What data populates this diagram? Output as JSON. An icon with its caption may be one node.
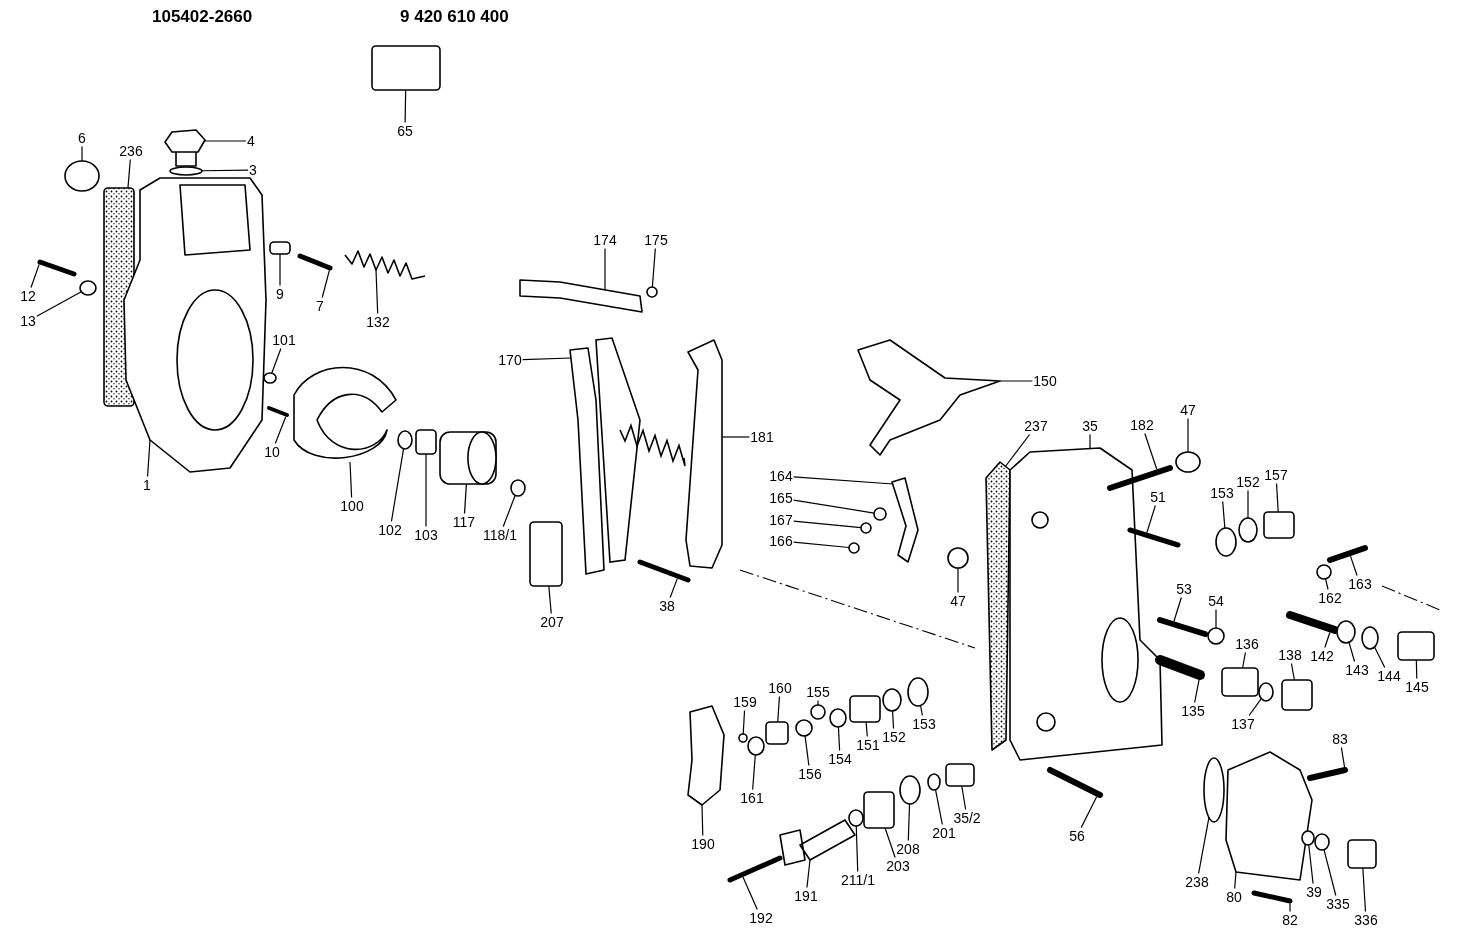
{
  "diagram": {
    "nodes": [
      {
        "text": [
          "65"
        ]
      },
      {
        "text": [
          "4"
        ]
      },
      {
        "text": [
          "3"
        ]
      },
      {
        "text": [
          "6"
        ]
      },
      {
        "text": [
          "236"
        ]
      },
      {
        "text": [
          "12"
        ]
      },
      {
        "text": [
          "13"
        ]
      },
      {
        "text": [
          "9"
        ]
      },
      {
        "text": [
          "7"
        ]
      },
      {
        "text": [
          "132"
        ]
      },
      {
        "text": [
          "101"
        ]
      },
      {
        "text": [
          "1"
        ]
      },
      {
        "text": [
          "10"
        ]
      },
      {
        "text": [
          "100"
        ]
      },
      {
        "text": [
          "102"
        ]
      },
      {
        "text": [
          "103"
        ]
      },
      {
        "text": [
          "117"
        ]
      },
      {
        "text": [
          "118/1"
        ]
      },
      {
        "text": [
          "174"
        ]
      },
      {
        "text": [
          "175"
        ]
      },
      {
        "text": [
          "170"
        ]
      },
      {
        "text": [
          "181"
        ]
      },
      {
        "text": [
          "207"
        ]
      },
      {
        "text": [
          "38"
        ]
      },
      {
        "text": [
          "150"
        ]
      },
      {
        "text": [
          "237"
        ]
      },
      {
        "text": [
          "35"
        ]
      },
      {
        "text": [
          "182"
        ]
      },
      {
        "text": [
          "47"
        ]
      },
      {
        "text": [
          "164"
        ]
      },
      {
        "text": [
          "165"
        ]
      },
      {
        "text": [
          "167"
        ]
      },
      {
        "text": [
          "166"
        ]
      },
      {
        "text": [
          "47"
        ]
      },
      {
        "text": [
          "51"
        ]
      },
      {
        "text": [
          "153"
        ]
      },
      {
        "text": [
          "152"
        ]
      },
      {
        "text": [
          "157"
        ]
      },
      {
        "text": [
          "163"
        ]
      },
      {
        "text": [
          "162"
        ]
      },
      {
        "text": [
          "53"
        ]
      },
      {
        "text": [
          "54"
        ]
      },
      {
        "text": [
          "136"
        ]
      },
      {
        "text": [
          "138"
        ]
      },
      {
        "text": [
          "142"
        ]
      },
      {
        "text": [
          "143"
        ]
      },
      {
        "text": [
          "144"
        ]
      },
      {
        "text": [
          "145"
        ]
      },
      {
        "text": [
          "135"
        ]
      },
      {
        "text": [
          "137"
        ]
      },
      {
        "text": [
          "153"
        ]
      },
      {
        "text": [
          "152"
        ]
      },
      {
        "text": [
          "151"
        ]
      },
      {
        "text": [
          "154"
        ]
      },
      {
        "text": [
          "155"
        ]
      },
      {
        "text": [
          "156"
        ]
      },
      {
        "text": [
          "160"
        ]
      },
      {
        "text": [
          "159"
        ]
      },
      {
        "text": [
          "161"
        ]
      },
      {
        "text": [
          "190"
        ]
      },
      {
        "text": [
          "191"
        ]
      },
      {
        "text": [
          "192"
        ]
      },
      {
        "text": [
          "211/1"
        ]
      },
      {
        "text": [
          "203"
        ]
      },
      {
        "text": [
          "208"
        ]
      },
      {
        "text": [
          "201"
        ]
      },
      {
        "text": [
          "35/2"
        ]
      },
      {
        "text": [
          "56"
        ]
      },
      {
        "text": [
          "83"
        ]
      },
      {
        "text": [
          "238"
        ]
      },
      {
        "text": [
          "80"
        ]
      },
      {
        "text": [
          "82"
        ]
      },
      {
        "text": [
          "39"
        ]
      },
      {
        "text": [
          "335"
        ]
      },
      {
        "text": [
          "336"
        ]
      },
      {
        "text": [],
        "shape": "box"
      },
      {
        "text": [],
        "shape": "picture"
      },
      {
        "text": [],
        "shape": "circle"
      },
      {
        "text": [],
        "shape": "circle"
      },
      {
        "text": [],
        "shape": "box"
      },
      {
        "text": [],
        "shape": "bar"
      },
      {
        "text": [],
        "shape": "circle"
      },
      {
        "text": [],
        "shape": "box"
      },
      {
        "text": [],
        "shape": "bar"
      },
      {
        "text": [],
        "shape": "picture"
      },
      {
        "text": [],
        "shape": "circle"
      },
      {
        "text": [],
        "shape": "picture"
      },
      {
        "text": [],
        "shape": "bar"
      },
      {
        "text": [],
        "shape": "picture"
      },
      {
        "text": [],
        "shape": "circle"
      },
      {
        "text": [],
        "shape": "box"
      },
      {
        "text": [],
        "shape": "cylinder"
      },
      {
        "text": [],
        "shape": "circle"
      },
      {
        "text": [],
        "shape": "picture"
      },
      {
        "text": [],
        "shape": "circle"
      },
      {
        "text": [],
        "shape": "picture"
      },
      {
        "text": [],
        "shape": "picture"
      },
      {
        "text": [],
        "shape": "box"
      },
      {
        "text": [],
        "shape": "bar"
      },
      {
        "text": [],
        "shape": "picture"
      },
      {
        "text": [],
        "shape": "picture"
      },
      {
        "text": [],
        "shape": "picture"
      },
      {
        "text": [],
        "shape": "bar"
      },
      {
        "text": [],
        "shape": "circle"
      },
      {
        "text": [],
        "shape": "picture"
      },
      {
        "text": [],
        "shape": "circle"
      },
      {
        "text": [],
        "shape": "circle"
      },
      {
        "text": [],
        "shape": "circle"
      },
      {
        "text": [],
        "shape": "circle"
      },
      {
        "text": [],
        "shape": "bar"
      },
      {
        "text": [],
        "shape": "circle"
      },
      {
        "text": [],
        "shape": "circle"
      },
      {
        "text": [],
        "shape": "box"
      },
      {
        "text": [],
        "shape": "bar"
      },
      {
        "text": [],
        "shape": "circle"
      },
      {
        "text": [],
        "shape": "bar"
      },
      {
        "text": [],
        "shape": "circle"
      },
      {
        "text": [],
        "shape": "box"
      },
      {
        "text": [],
        "shape": "box"
      },
      {
        "text": [],
        "shape": "bar"
      },
      {
        "text": [],
        "shape": "circle"
      },
      {
        "text": [],
        "shape": "circle"
      },
      {
        "text": [],
        "shape": "box"
      },
      {
        "text": [],
        "shape": "bar"
      },
      {
        "text": [],
        "shape": "circle"
      },
      {
        "text": [],
        "shape": "circle"
      },
      {
        "text": [],
        "shape": "circle"
      },
      {
        "text": [],
        "shape": "box"
      },
      {
        "text": [],
        "shape": "circle"
      },
      {
        "text": [],
        "shape": "circle"
      },
      {
        "text": [],
        "shape": "circle"
      },
      {
        "text": [],
        "shape": "box"
      },
      {
        "text": [],
        "shape": "circle"
      },
      {
        "text": [],
        "shape": "circle"
      },
      {
        "text": [],
        "shape": "picture"
      },
      {
        "text": [],
        "shape": "picture"
      },
      {
        "text": [],
        "shape": "bar"
      },
      {
        "text": [],
        "shape": "circle"
      },
      {
        "text": [],
        "shape": "box"
      },
      {
        "text": [],
        "shape": "circle"
      },
      {
        "text": [],
        "shape": "circle"
      },
      {
        "text": [],
        "shape": "box"
      },
      {
        "text": [],
        "shape": "bar"
      },
      {
        "text": [],
        "shape": "bar"
      },
      {
        "text": [],
        "shape": "circle"
      },
      {
        "text": [],
        "shape": "picture"
      },
      {
        "text": [],
        "shape": "bar"
      },
      {
        "text": [],
        "shape": "circle"
      },
      {
        "text": [],
        "shape": "circle"
      },
      {
        "text": [],
        "shape": "box"
      }
    ],
    "edges": [
      {
        "from": 0,
        "to": 75,
        "arrow": "none"
      },
      {
        "from": 1,
        "to": 76,
        "arrow": "none"
      },
      {
        "from": 2,
        "to": 77,
        "arrow": "none"
      },
      {
        "from": 3,
        "to": 78,
        "arrow": "none"
      },
      {
        "from": 4,
        "to": 79,
        "arrow": "none"
      },
      {
        "from": 5,
        "to": 80,
        "arrow": "none"
      },
      {
        "from": 6,
        "to": 81,
        "arrow": "none"
      },
      {
        "from": 7,
        "to": 82,
        "arrow": "none"
      },
      {
        "from": 8,
        "to": 83,
        "arrow": "none"
      },
      {
        "from": 9,
        "to": 84,
        "arrow": "none"
      },
      {
        "from": 10,
        "to": 85,
        "arrow": "none"
      },
      {
        "from": 11,
        "to": 86,
        "arrow": "none"
      },
      {
        "from": 12,
        "to": 87,
        "arrow": "none"
      },
      {
        "from": 13,
        "to": 88,
        "arrow": "none"
      },
      {
        "from": 14,
        "to": 89,
        "arrow": "none"
      },
      {
        "from": 15,
        "to": 90,
        "arrow": "none"
      },
      {
        "from": 16,
        "to": 91,
        "arrow": "none"
      },
      {
        "from": 17,
        "to": 92,
        "arrow": "none"
      },
      {
        "from": 18,
        "to": 93,
        "arrow": "none"
      },
      {
        "from": 19,
        "to": 94,
        "arrow": "none"
      },
      {
        "from": 20,
        "to": 95,
        "arrow": "none"
      },
      {
        "from": 21,
        "to": 96,
        "arrow": "none"
      },
      {
        "from": 22,
        "to": 97,
        "arrow": "none"
      },
      {
        "from": 23,
        "to": 98,
        "arrow": "none"
      },
      {
        "from": 24,
        "to": 99,
        "arrow": "none"
      },
      {
        "from": 25,
        "to": 100,
        "arrow": "none"
      },
      {
        "from": 26,
        "to": 101,
        "arrow": "none"
      },
      {
        "from": 27,
        "to": 102,
        "arrow": "none"
      },
      {
        "from": 28,
        "to": 103,
        "arrow": "none"
      },
      {
        "from": 29,
        "to": 104,
        "arrow": "none"
      },
      {
        "from": 30,
        "to": 105,
        "arrow": "none"
      },
      {
        "from": 31,
        "to": 106,
        "arrow": "none"
      },
      {
        "from": 32,
        "to": 107,
        "arrow": "none"
      },
      {
        "from": 33,
        "to": 108,
        "arrow": "none"
      },
      {
        "from": 34,
        "to": 109,
        "arrow": "none"
      },
      {
        "from": 35,
        "to": 110,
        "arrow": "none"
      },
      {
        "from": 36,
        "to": 111,
        "arrow": "none"
      },
      {
        "from": 37,
        "to": 112,
        "arrow": "none"
      },
      {
        "from": 38,
        "to": 113,
        "arrow": "none"
      },
      {
        "from": 39,
        "to": 114,
        "arrow": "none"
      },
      {
        "from": 40,
        "to": 115,
        "arrow": "none"
      },
      {
        "from": 41,
        "to": 116,
        "arrow": "none"
      },
      {
        "from": 42,
        "to": 117,
        "arrow": "none"
      },
      {
        "from": 43,
        "to": 118,
        "arrow": "none"
      },
      {
        "from": 44,
        "to": 119,
        "arrow": "none"
      },
      {
        "from": 45,
        "to": 120,
        "arrow": "none"
      },
      {
        "from": 46,
        "to": 121,
        "arrow": "none"
      },
      {
        "from": 47,
        "to": 122,
        "arrow": "none"
      },
      {
        "from": 48,
        "to": 123,
        "arrow": "none"
      },
      {
        "from": 49,
        "to": 124,
        "arrow": "none"
      },
      {
        "from": 50,
        "to": 125,
        "arrow": "none"
      },
      {
        "from": 51,
        "to": 126,
        "arrow": "none"
      },
      {
        "from": 52,
        "to": 127,
        "arrow": "none"
      },
      {
        "from": 53,
        "to": 128,
        "arrow": "none"
      },
      {
        "from": 54,
        "to": 129,
        "arrow": "none"
      },
      {
        "from": 55,
        "to": 130,
        "arrow": "none"
      },
      {
        "from": 56,
        "to": 131,
        "arrow": "none"
      },
      {
        "from": 57,
        "to": 132,
        "arrow": "none"
      },
      {
        "from": 58,
        "to": 133,
        "arrow": "none"
      },
      {
        "from": 59,
        "to": 134,
        "arrow": "none"
      },
      {
        "from": 60,
        "to": 135,
        "arrow": "none"
      },
      {
        "from": 61,
        "to": 136,
        "arrow": "none"
      },
      {
        "from": 62,
        "to": 137,
        "arrow": "none"
      },
      {
        "from": 63,
        "to": 138,
        "arrow": "none"
      },
      {
        "from": 64,
        "to": 139,
        "arrow": "none"
      },
      {
        "from": 65,
        "to": 140,
        "arrow": "none"
      },
      {
        "from": 66,
        "to": 141,
        "arrow": "none"
      },
      {
        "from": 67,
        "to": 142,
        "arrow": "none"
      },
      {
        "from": 68,
        "to": 143,
        "arrow": "none"
      },
      {
        "from": 69,
        "to": 144,
        "arrow": "none"
      },
      {
        "from": 70,
        "to": 145,
        "arrow": "none"
      },
      {
        "from": 71,
        "to": 146,
        "arrow": "none"
      },
      {
        "from": 72,
        "to": 147,
        "arrow": "none"
      },
      {
        "from": 73,
        "to": 148,
        "arrow": "none"
      },
      {
        "from": 74,
        "to": 149,
        "arrow": "none"
      }
    ],
    "labels": [
      "105402-2660",
      "9 420 610 400"
    ]
  }
}
